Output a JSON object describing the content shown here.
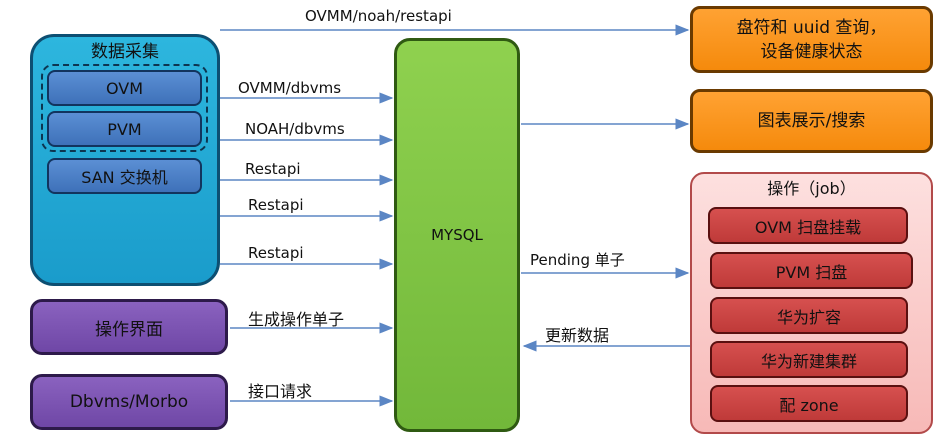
{
  "collection": {
    "title": "数据采集",
    "ovm": "OVM",
    "pvm": "PVM",
    "san": "SAN 交换机"
  },
  "ops_ui": "操作界面",
  "dbvms_morbo": "Dbvms/Morbo",
  "mysql": "MYSQL",
  "outputs": {
    "disk_query_line1": "盘符和 uuid 查询，",
    "disk_query_line2": "设备健康状态",
    "chart_search": "图表展示/搜索"
  },
  "operations": {
    "title": "操作（job）",
    "items": [
      "OVM 扫盘挂载",
      "PVM 扫盘",
      "华为扩容",
      "华为新建集群",
      "配 zone"
    ]
  },
  "edges": {
    "ovmm_noah_restapi": "OVMM/noah/restapi",
    "ovmm_dbvms": "OVMM/dbvms",
    "noah_dbvms": "NOAH/dbvms",
    "restapi_1": "Restapi",
    "restapi_2": "Restapi",
    "restapi_3": "Restapi",
    "gen_ticket": "生成操作单子",
    "api_request": "接口请求",
    "pending": "Pending 单子",
    "update_data": "更新数据"
  },
  "colors": {
    "arrow": "#5b86c4",
    "collection": "#1fa9d6",
    "node_blue": "#4a7fc6",
    "mysql": "#7fc243",
    "orange": "#f7941d",
    "purple": "#7b54b0",
    "red_job": "#c94342",
    "ops_panel": "#fbd0ce"
  }
}
